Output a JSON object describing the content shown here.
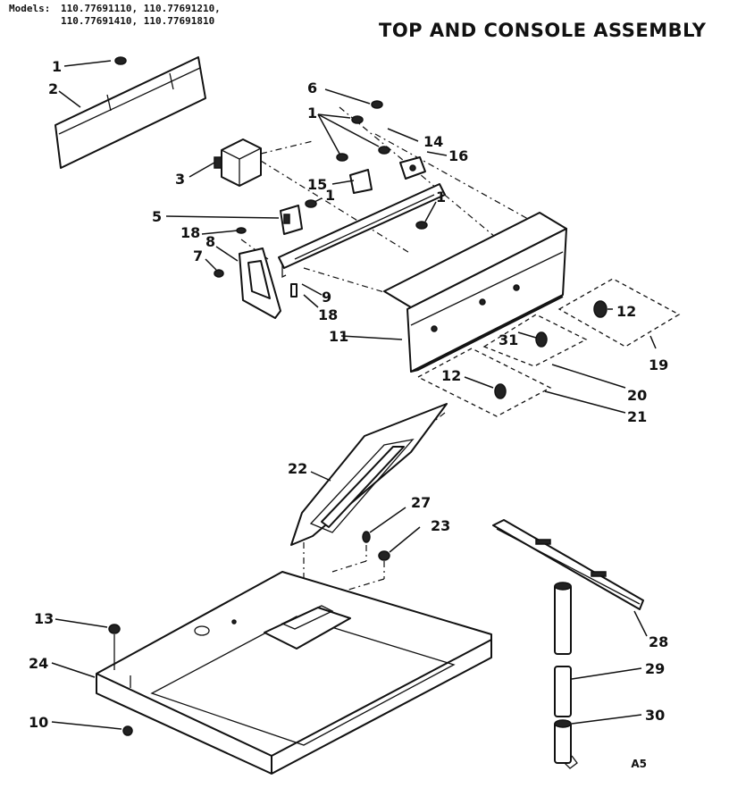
{
  "header": {
    "models_label": "Models:",
    "models_line1": "110.77691110, 110.77691210,",
    "models_line2": "110.77691410, 110.77691810",
    "title": "TOP AND CONSOLE ASSEMBLY"
  },
  "corner_mark": "A5",
  "callouts": {
    "c1a": "1",
    "c2": "2",
    "c3": "3",
    "c6": "6",
    "c1b": "1",
    "c14": "14",
    "c16": "16",
    "c15": "15",
    "c1c": "1",
    "c1d": "1",
    "c5": "5",
    "c18a": "18",
    "c8": "8",
    "c7": "7",
    "c9": "9",
    "c18b": "18",
    "c11": "11",
    "c12a": "12",
    "c31": "31",
    "c12b": "12",
    "c19": "19",
    "c20": "20",
    "c21": "21",
    "c22": "22",
    "c27": "27",
    "c23": "23",
    "c13": "13",
    "c24": "24",
    "c10": "10",
    "c28": "28",
    "c29": "29",
    "c30": "30"
  }
}
